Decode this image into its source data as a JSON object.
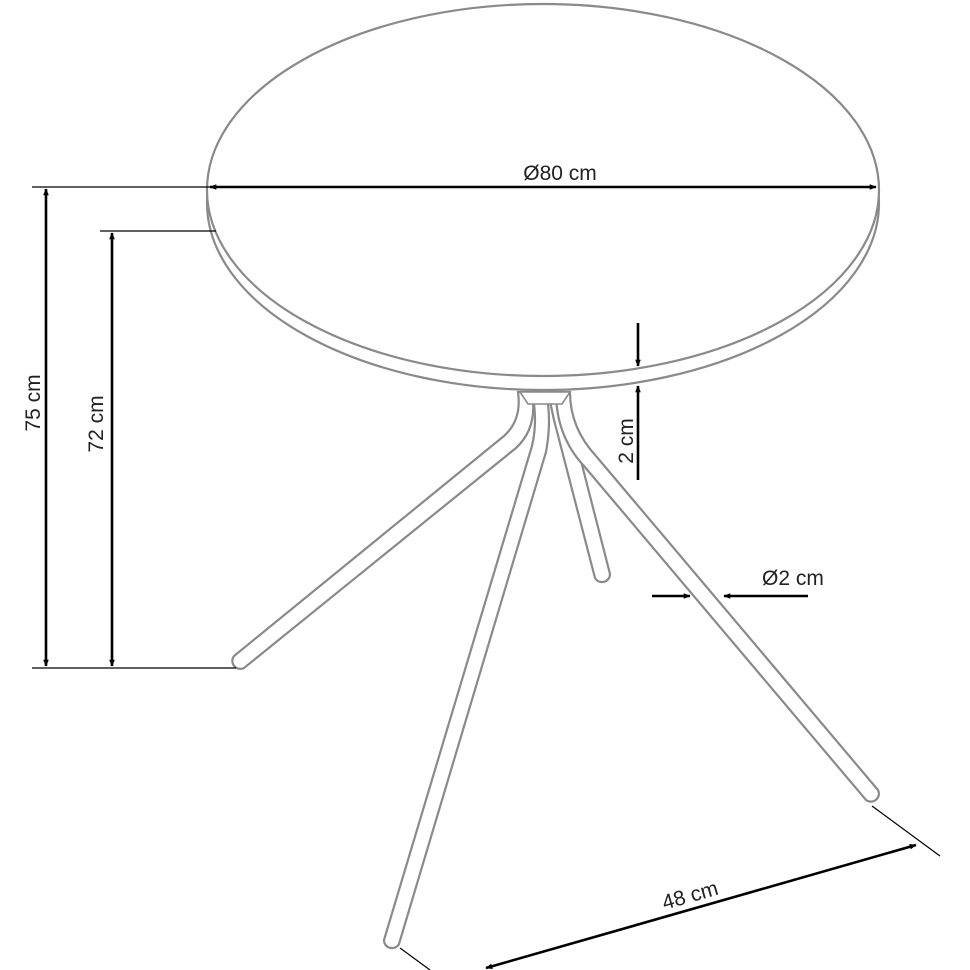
{
  "dimensions": {
    "top_diameter": "Ø80 cm",
    "total_height": "75 cm",
    "leg_height": "72 cm",
    "top_thickness": "2 cm",
    "leg_diameter": "Ø2 cm",
    "leg_span": "48 cm"
  },
  "colors": {
    "outline": "#8a8a8a",
    "dimension_lines": "#000000",
    "background": "#ffffff"
  }
}
